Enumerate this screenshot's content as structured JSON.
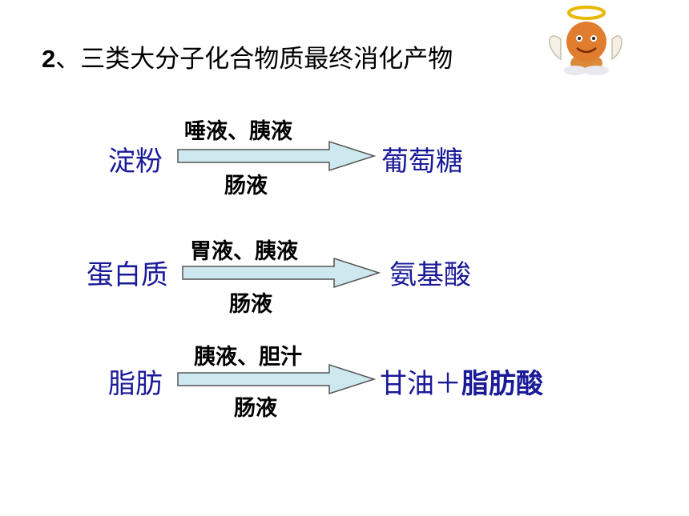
{
  "title": {
    "number": "2",
    "text": "、三类大分子化合物质最终消化产物"
  },
  "rows": [
    {
      "substrate": "淀粉",
      "enzymes_top": "唾液、胰液",
      "enzymes_bottom": "肠液",
      "product": "葡萄糖",
      "product_bold": ""
    },
    {
      "substrate": "蛋白质",
      "enzymes_top": "胃液、胰液",
      "enzymes_bottom": "肠液",
      "product": "氨基酸",
      "product_bold": ""
    },
    {
      "substrate": "脂肪",
      "enzymes_top": "胰液、胆汁",
      "enzymes_bottom": "肠液",
      "product": "甘油＋",
      "product_bold": "脂肪酸"
    }
  ],
  "colors": {
    "label_blue": "#1a1a99",
    "arrow_fill": "#cde8ee",
    "arrow_stroke": "#555555"
  },
  "icons": {
    "decoration": "angel-icon"
  }
}
